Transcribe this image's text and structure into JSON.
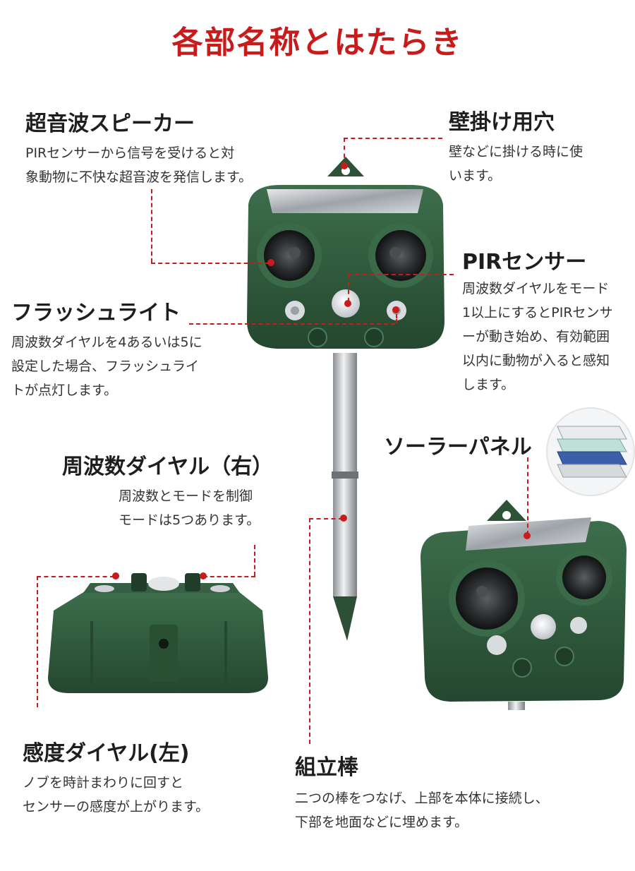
{
  "page": {
    "title": "各部名称とはたらき"
  },
  "sections": {
    "speaker": {
      "heading": "超音波スピーカー",
      "lines": [
        "PIRセンサーから信号を受けると対",
        "象動物に不快な超音波を発信します。"
      ]
    },
    "mount_hole": {
      "heading": "壁掛け用穴",
      "lines": [
        "壁などに掛ける時に使",
        "います。"
      ]
    },
    "pir": {
      "heading": "PIRセンサー",
      "lines": [
        "周波数ダイヤルをモード",
        "1以上にするとPIRセンサ",
        "ーが動き始め、有効範囲",
        "以内に動物が入ると感知",
        "します。"
      ]
    },
    "flash": {
      "heading": "フラッシュライト",
      "lines": [
        "周波数ダイヤルを4あるいは5に",
        "設定した場合、フラッシュライ",
        "トが点灯します。"
      ]
    },
    "solar": {
      "heading": "ソーラーパネル"
    },
    "freq_dial": {
      "heading": "周波数ダイヤル（右）",
      "lines": [
        "周波数とモードを制御",
        "モードは5つあります。"
      ]
    },
    "sens_dial": {
      "heading": "感度ダイヤル(左)",
      "lines": [
        "ノブを時計まわりに回すと",
        "センサーの感度が上がります。"
      ]
    },
    "stake": {
      "heading": "組立棒",
      "lines": [
        "二つの棒をつなげ、上部を本体に接続し、",
        "下部を地面などに埋めます。"
      ]
    }
  },
  "colors": {
    "accent": "#c81c1c",
    "device_green": "#2f5a3c",
    "text": "#1e1e1e"
  }
}
